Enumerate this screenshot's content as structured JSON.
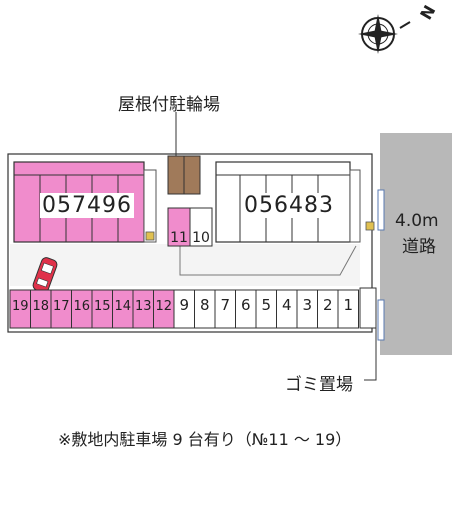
{
  "compass": {
    "label": "N",
    "icon": "compass-rose-icon"
  },
  "labels": {
    "bike_parking": "屋根付駐輪場",
    "road_width": "4.0m",
    "road": "道路",
    "garbage": "ゴミ置場",
    "note": "※敷地内駐車場 9 台有り（№11 ～ 19）"
  },
  "buildings": [
    {
      "id": "057496",
      "highlighted": true
    },
    {
      "id": "056483",
      "highlighted": false
    }
  ],
  "parking": {
    "row": [
      "19",
      "18",
      "17",
      "16",
      "15",
      "14",
      "13",
      "12",
      "9",
      "8",
      "7",
      "6",
      "5",
      "4",
      "3",
      "2",
      "1"
    ],
    "row_highlighted": [
      "19",
      "18",
      "17",
      "16",
      "15",
      "14",
      "13",
      "12"
    ],
    "pair": [
      "11",
      "10"
    ],
    "pair_highlighted": [
      "11"
    ]
  },
  "colors": {
    "highlight": "#f08ccc",
    "road": "#b8b8b8",
    "bike": "#a07a5a",
    "car": "#e0324a"
  }
}
